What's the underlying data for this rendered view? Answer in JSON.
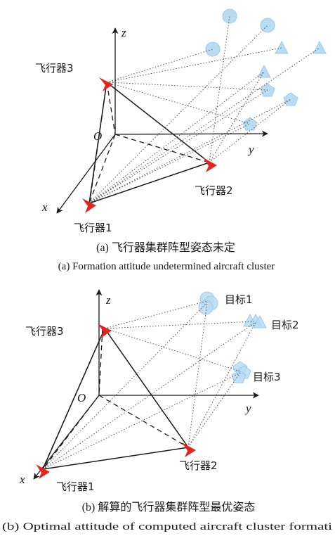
{
  "colors": {
    "target_fill": "#b9dcf2",
    "target_stroke": "#9ccbea",
    "aircraft": "#e52420",
    "aircraft_dark": "#b01818",
    "line": "#1a1a1a"
  },
  "panel_a": {
    "axis_labels": {
      "x": "x",
      "y": "y",
      "z": "z",
      "origin": "O"
    },
    "aircraft_labels": [
      "飞行器1",
      "飞行器2",
      "飞行器3"
    ],
    "caption_cn": "(a) 飞行器集群阵型姿态未定",
    "caption_en": "(a) Formation attitude undetermined aircraft cluster"
  },
  "panel_b": {
    "axis_labels": {
      "x": "x",
      "y": "y",
      "z": "z",
      "origin": "O"
    },
    "aircraft_labels": [
      "飞行器1",
      "飞行器2",
      "飞行器3"
    ],
    "target_labels": [
      "目标1",
      "目标2",
      "目标3"
    ],
    "caption_cn": "(b) 解算的飞行器集群阵型最优姿态",
    "caption_en": "(b) Optimal attitude of computed aircraft cluster formati"
  },
  "icons": [
    "aircraft-icon",
    "circle-target-icon",
    "triangle-target-icon",
    "pentagon-target-icon",
    "arrow-head-icon"
  ]
}
